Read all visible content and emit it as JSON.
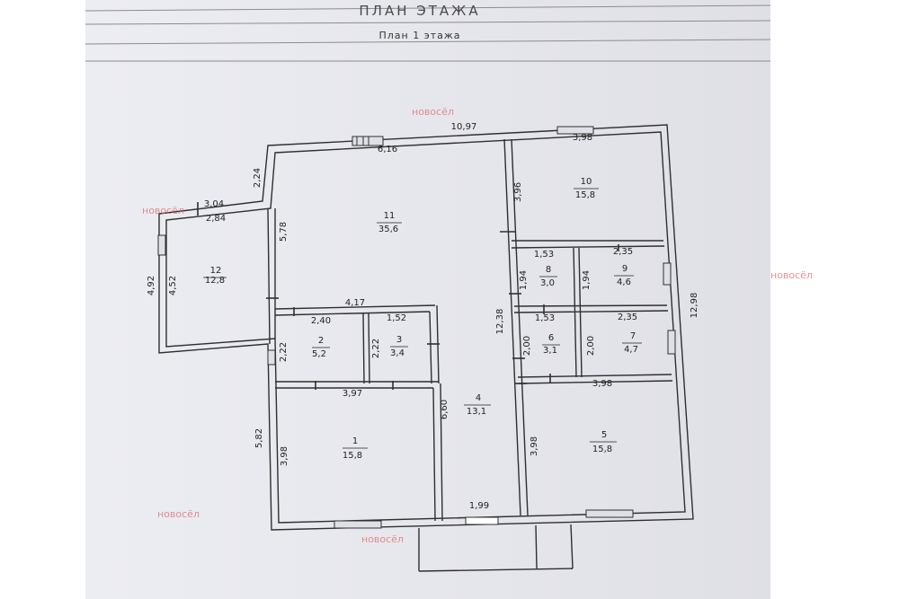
{
  "header": {
    "title": "ПЛАН ЭТАЖА",
    "subtitle": "План 1 этажа"
  },
  "rooms": [
    {
      "number": "1",
      "area": "15,8"
    },
    {
      "number": "2",
      "area": "5,2"
    },
    {
      "number": "3",
      "area": "3,4"
    },
    {
      "number": "4",
      "area": "13,1"
    },
    {
      "number": "5",
      "area": "15,8"
    },
    {
      "number": "6",
      "area": "3,1"
    },
    {
      "number": "7",
      "area": "4,7"
    },
    {
      "number": "8",
      "area": "3,0"
    },
    {
      "number": "9",
      "area": "4,6"
    },
    {
      "number": "10",
      "area": "15,8"
    },
    {
      "number": "11",
      "area": "35,6"
    },
    {
      "number": "12",
      "area": "12,8"
    }
  ],
  "dimensions": {
    "overall_width": "10,97",
    "room11_top": "6,16",
    "room10_top": "3,98",
    "room10_side": "3,96",
    "room12_top_outer": "3,04",
    "room12_top_inner": "2,84",
    "room12_side_outer": "4,92",
    "room12_side_inner": "4,52",
    "step_2_24": "2,24",
    "room11_side": "5,78",
    "partition_4_17": "4,17",
    "room2_width": "2,40",
    "room3_width": "1,52",
    "room2_height": "2,22",
    "room3_height": "2,22",
    "room1_width": "3,97",
    "room1_height": "3,98",
    "outer_left_5_82": "5,82",
    "corridor_length": "6,60",
    "middle_wall": "12,38",
    "overall_height": "12,98",
    "room8_width": "1,53",
    "room9_width": "2,35",
    "room8_height": "1,94",
    "room9_height": "1,94",
    "room6_width": "1,53",
    "room7_width": "2,35",
    "room6_height": "2,00",
    "room7_height": "2,00",
    "room5_width": "3,98",
    "room5_height": "3,98",
    "entrance_width": "1,99"
  },
  "watermark": {
    "text": "новосёл"
  }
}
